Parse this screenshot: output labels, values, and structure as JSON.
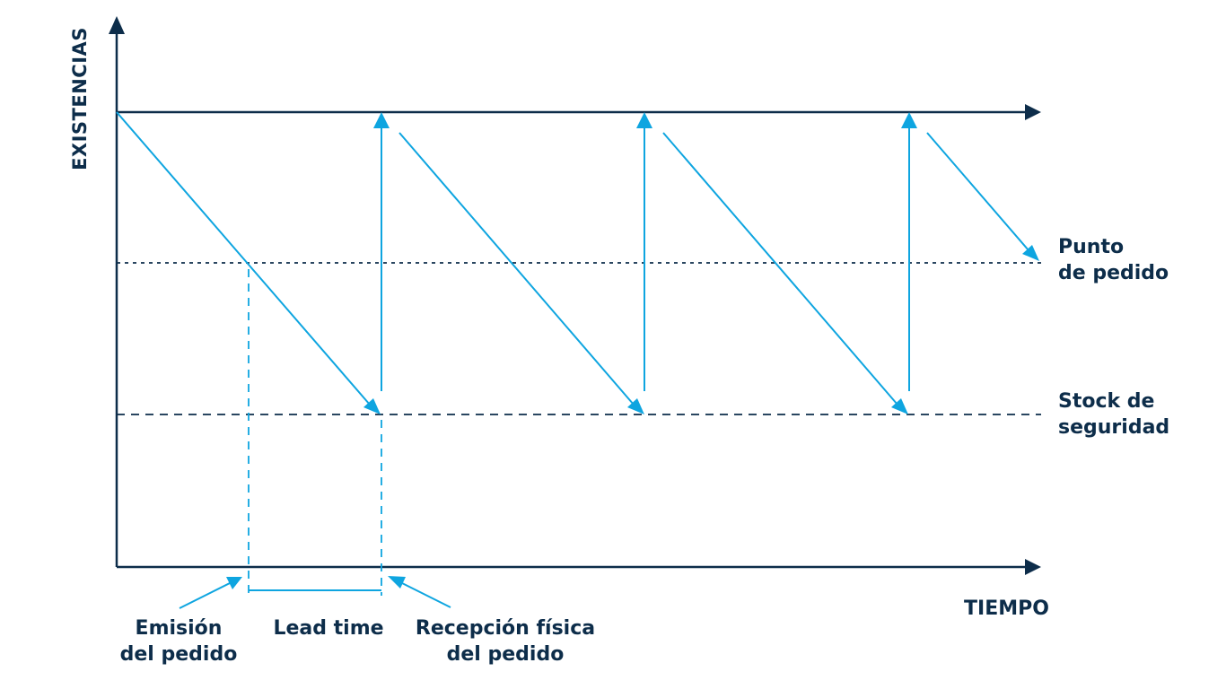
{
  "labels": {
    "y_axis": "EXISTENCIAS",
    "x_axis": "TIEMPO",
    "reorder_point": [
      "Punto",
      "de pedido"
    ],
    "safety_stock": [
      "Stock de",
      "seguridad"
    ],
    "order_issue": [
      "Emisión",
      "del pedido"
    ],
    "lead_time": "Lead time",
    "physical_receipt": [
      "Recepción física",
      "del pedido"
    ]
  },
  "colors": {
    "dark": "#0d2d4a",
    "accent": "#0ea5e0"
  }
}
